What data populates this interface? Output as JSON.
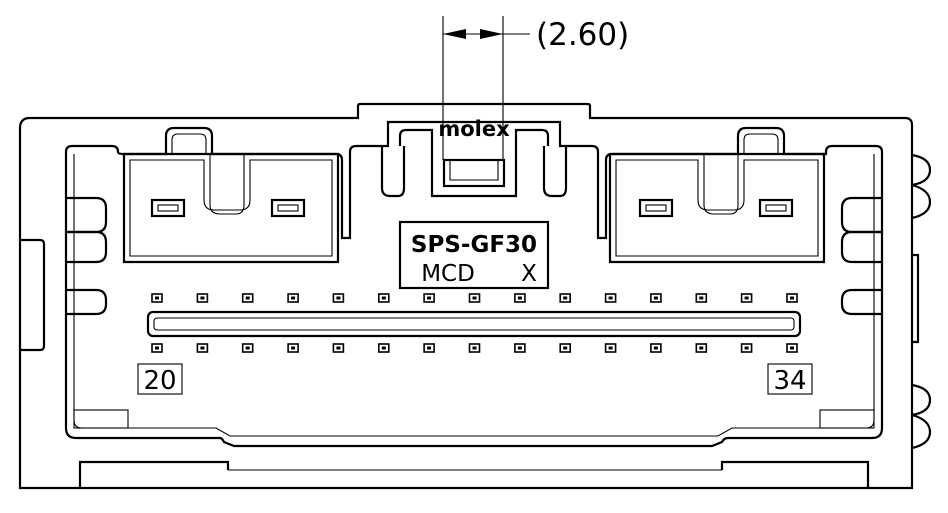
{
  "dimension": {
    "value": "(2.60)"
  },
  "brand": {
    "text": "molex"
  },
  "part_label": {
    "line1": "SPS-GF30",
    "line2_left": "MCD",
    "line2_right": "X"
  },
  "pin_numbers": {
    "left": "20",
    "right": "34"
  },
  "contact_rows": {
    "per_row": 15,
    "rows": 2
  },
  "colors": {
    "line": "#000000",
    "background": "#ffffff"
  }
}
